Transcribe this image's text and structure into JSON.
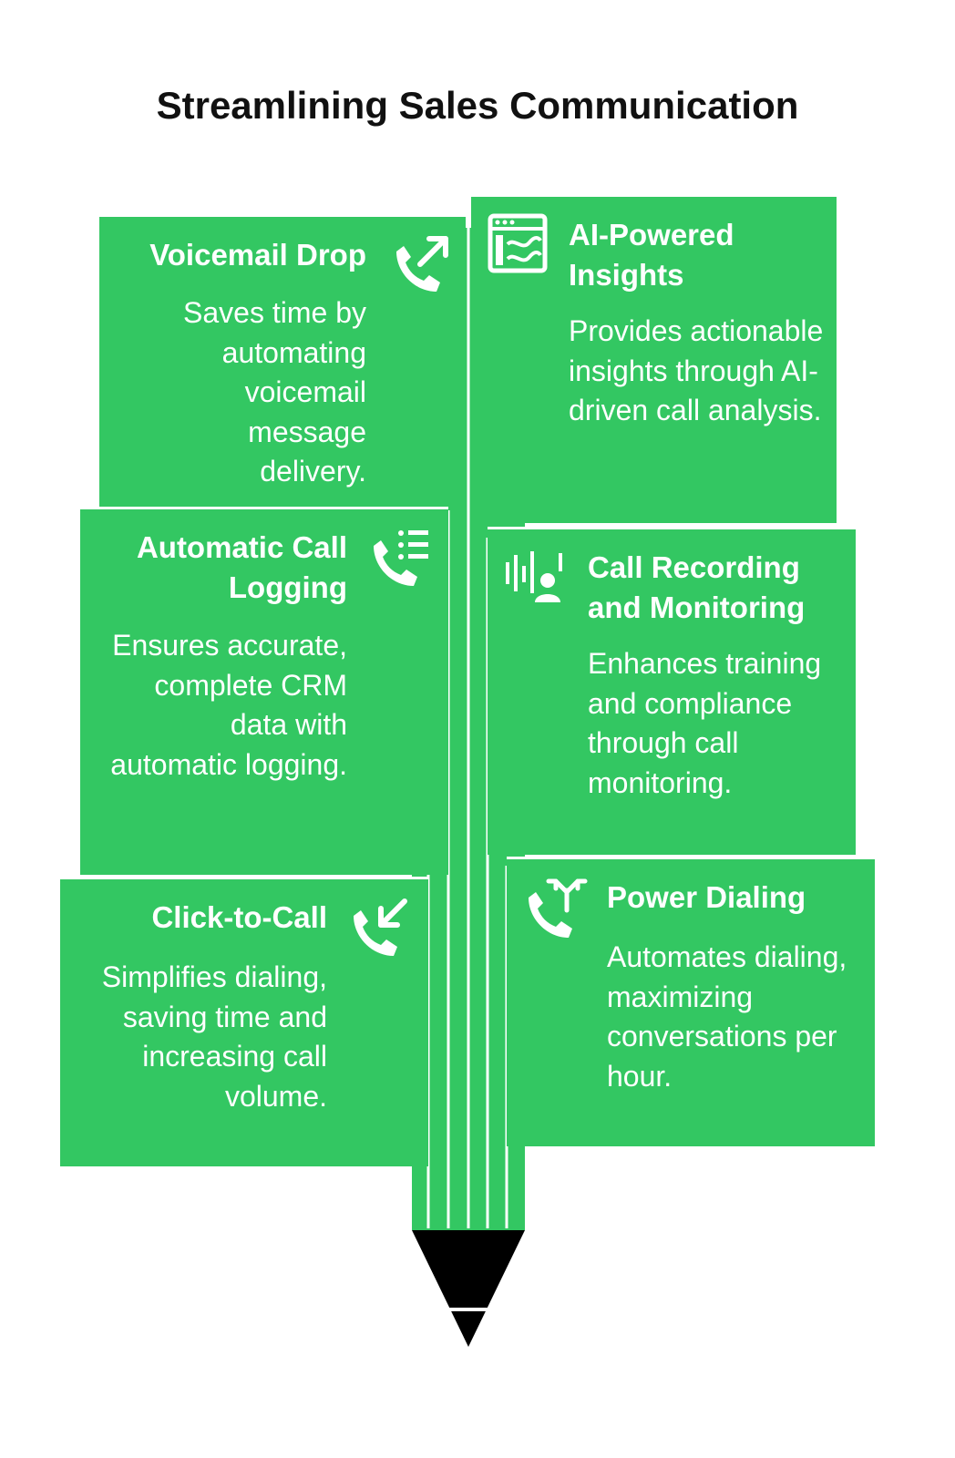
{
  "title": "Streamlining Sales Communication",
  "colors": {
    "card": "#33c762",
    "pencil_tip": "#000000",
    "title": "#111111"
  },
  "cards": {
    "voicemail_drop": {
      "title": "Voicemail Drop",
      "description": "Saves time by automating voicemail message delivery.",
      "icon": "phone-outgoing-icon"
    },
    "automatic_call_logging": {
      "title": "Automatic Call Logging",
      "description": "Ensures accurate, complete CRM data with automatic logging.",
      "icon": "phone-list-icon"
    },
    "click_to_call": {
      "title": "Click-to-Call",
      "description": "Simplifies dialing, saving time and increasing call volume.",
      "icon": "phone-incoming-icon"
    },
    "ai_powered_insights": {
      "title": "AI-Powered Insights",
      "description": "Provides actionable insights through AI-driven call analysis.",
      "icon": "analytics-window-icon"
    },
    "call_recording": {
      "title": "Call Recording and Monitoring",
      "description": "Enhances training and compliance through call monitoring.",
      "icon": "audio-agent-icon"
    },
    "power_dialing": {
      "title": "Power Dialing",
      "description": "Automates dialing, maximizing conversations per hour.",
      "icon": "phone-forward-icon"
    }
  }
}
